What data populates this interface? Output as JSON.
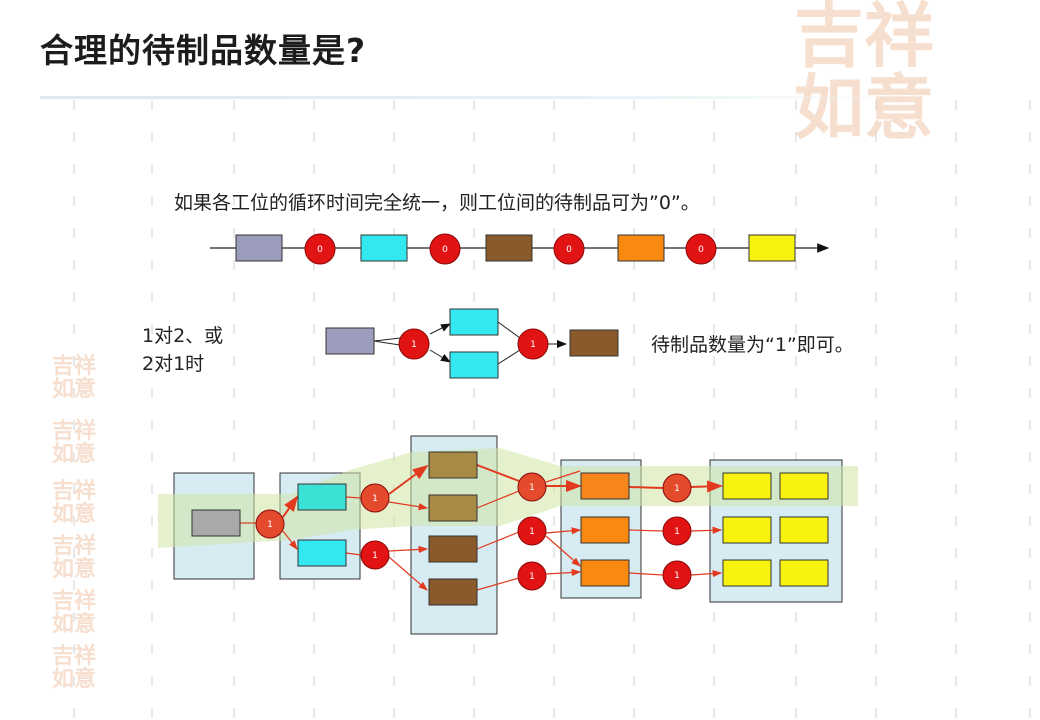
{
  "title": "合理的待制品数量是?",
  "watermark": {
    "big_chars": [
      "吉",
      "祥",
      "如",
      "意"
    ],
    "small_text": "吉祥如意"
  },
  "row1": {
    "text": "如果各工位的循环时间完全统一，则工位间的待制品可为”0”。",
    "station_colors": [
      "#9c9cbe",
      "#33e8f1",
      "#8b5a2b",
      "#f88a12",
      "#f7f20e"
    ],
    "buffer_label": "0"
  },
  "row2": {
    "left_text": [
      "1对2、或",
      "2对1时"
    ],
    "right_text": "待制品数量为“1”即可。",
    "buffer_label": "1",
    "colors": {
      "start": "#9c9cbe",
      "mid": "#33e8f1",
      "end": "#8b5a2b"
    }
  },
  "row3": {
    "buffer_label": "1",
    "colors": {
      "stage1": "#a9a9a9",
      "stage2": "#3ce1d5",
      "stage3a": "#a88a44",
      "stage3b": "#8b5a2b",
      "stage4": "#f6861c",
      "stage5": "#f7f20e",
      "panel": "#d7ebf3",
      "highlight": "#d4ecb0",
      "arrow": "#e23a1f",
      "buffer": "#e11313"
    }
  },
  "icons": {
    "circle_buffer": "red-circle",
    "arrow": "arrow-right"
  }
}
